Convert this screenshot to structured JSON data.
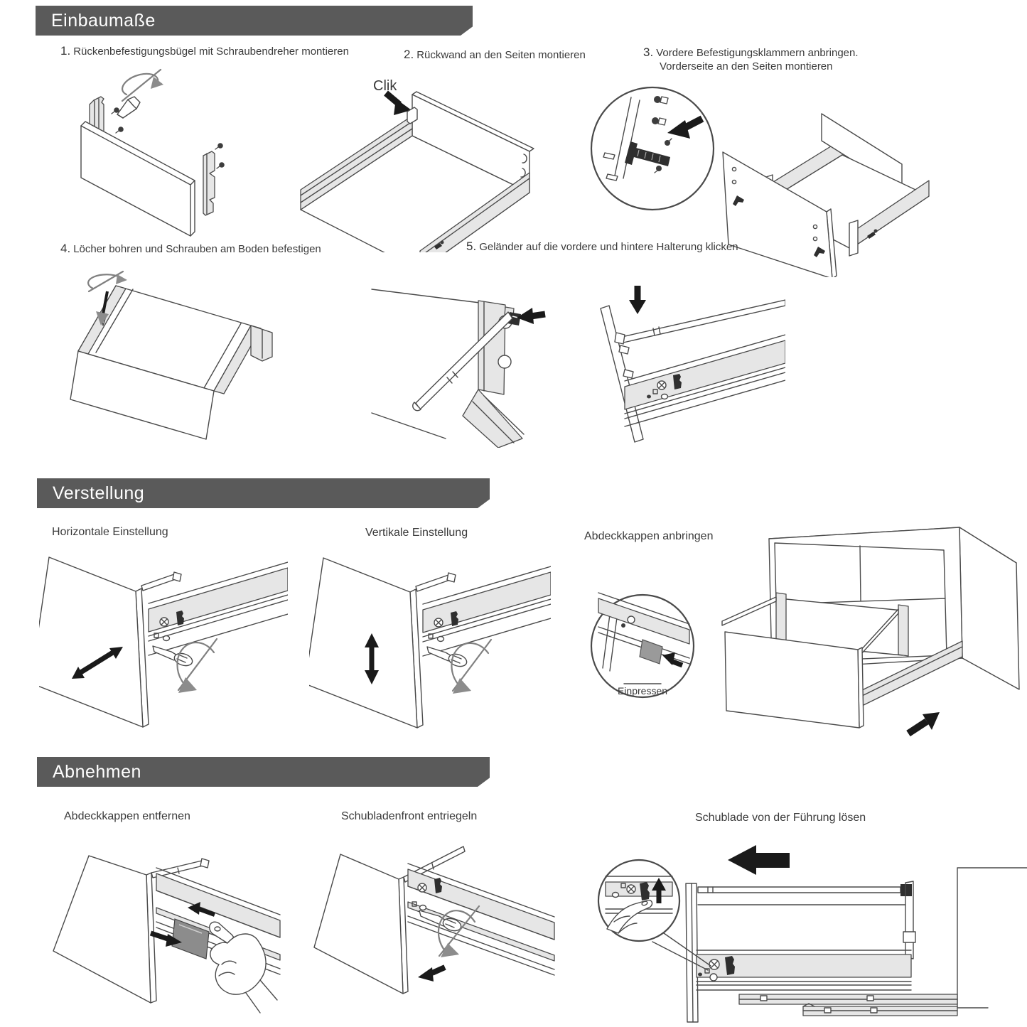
{
  "page": {
    "background": "#ffffff"
  },
  "colors": {
    "banner": "#5a5a5a",
    "line": "#4a4a4a",
    "light_fill": "#e6e6e6",
    "cap_gray": "#9a9a9a",
    "cap_dark": "#8c8c8c",
    "arrow_black": "#1a1a1a",
    "rotation_gray": "#808080",
    "text": "#3a3a3a"
  },
  "sections": {
    "einbaumasse": {
      "title": "Einbaumaße"
    },
    "verstellung": {
      "title": "Verstellung"
    },
    "abnehmen": {
      "title": "Abnehmen"
    }
  },
  "steps": {
    "step1": {
      "number": "1.",
      "label": "Rückenbefestigungsbügel mit Schraubendreher montieren"
    },
    "step2": {
      "number": "2.",
      "label": "Rückwand an den Seiten montieren"
    },
    "step3": {
      "number": "3.",
      "label": "Vordere Befestigungsklammern anbringen.",
      "label_line2": "Vorderseite an den Seiten montieren"
    },
    "step4": {
      "number": "4.",
      "label": "Löcher bohren und Schrauben am Boden befestigen"
    },
    "step5": {
      "number": "5.",
      "label": "Geländer auf die vordere und hintere Halterung klicken"
    }
  },
  "annotations": {
    "clik": "Clik",
    "einpressen": "Einpressen"
  },
  "adjustment": {
    "horizontal": "Horizontale Einstellung",
    "vertical": "Vertikale Einstellung",
    "caps_attach": "Abdeckkappen anbringen"
  },
  "removal": {
    "caps_remove": "Abdeckkappen entfernen",
    "front_unlock": "Schubladenfront entriegeln",
    "release_drawer": "Schublade von der Führung lösen"
  }
}
